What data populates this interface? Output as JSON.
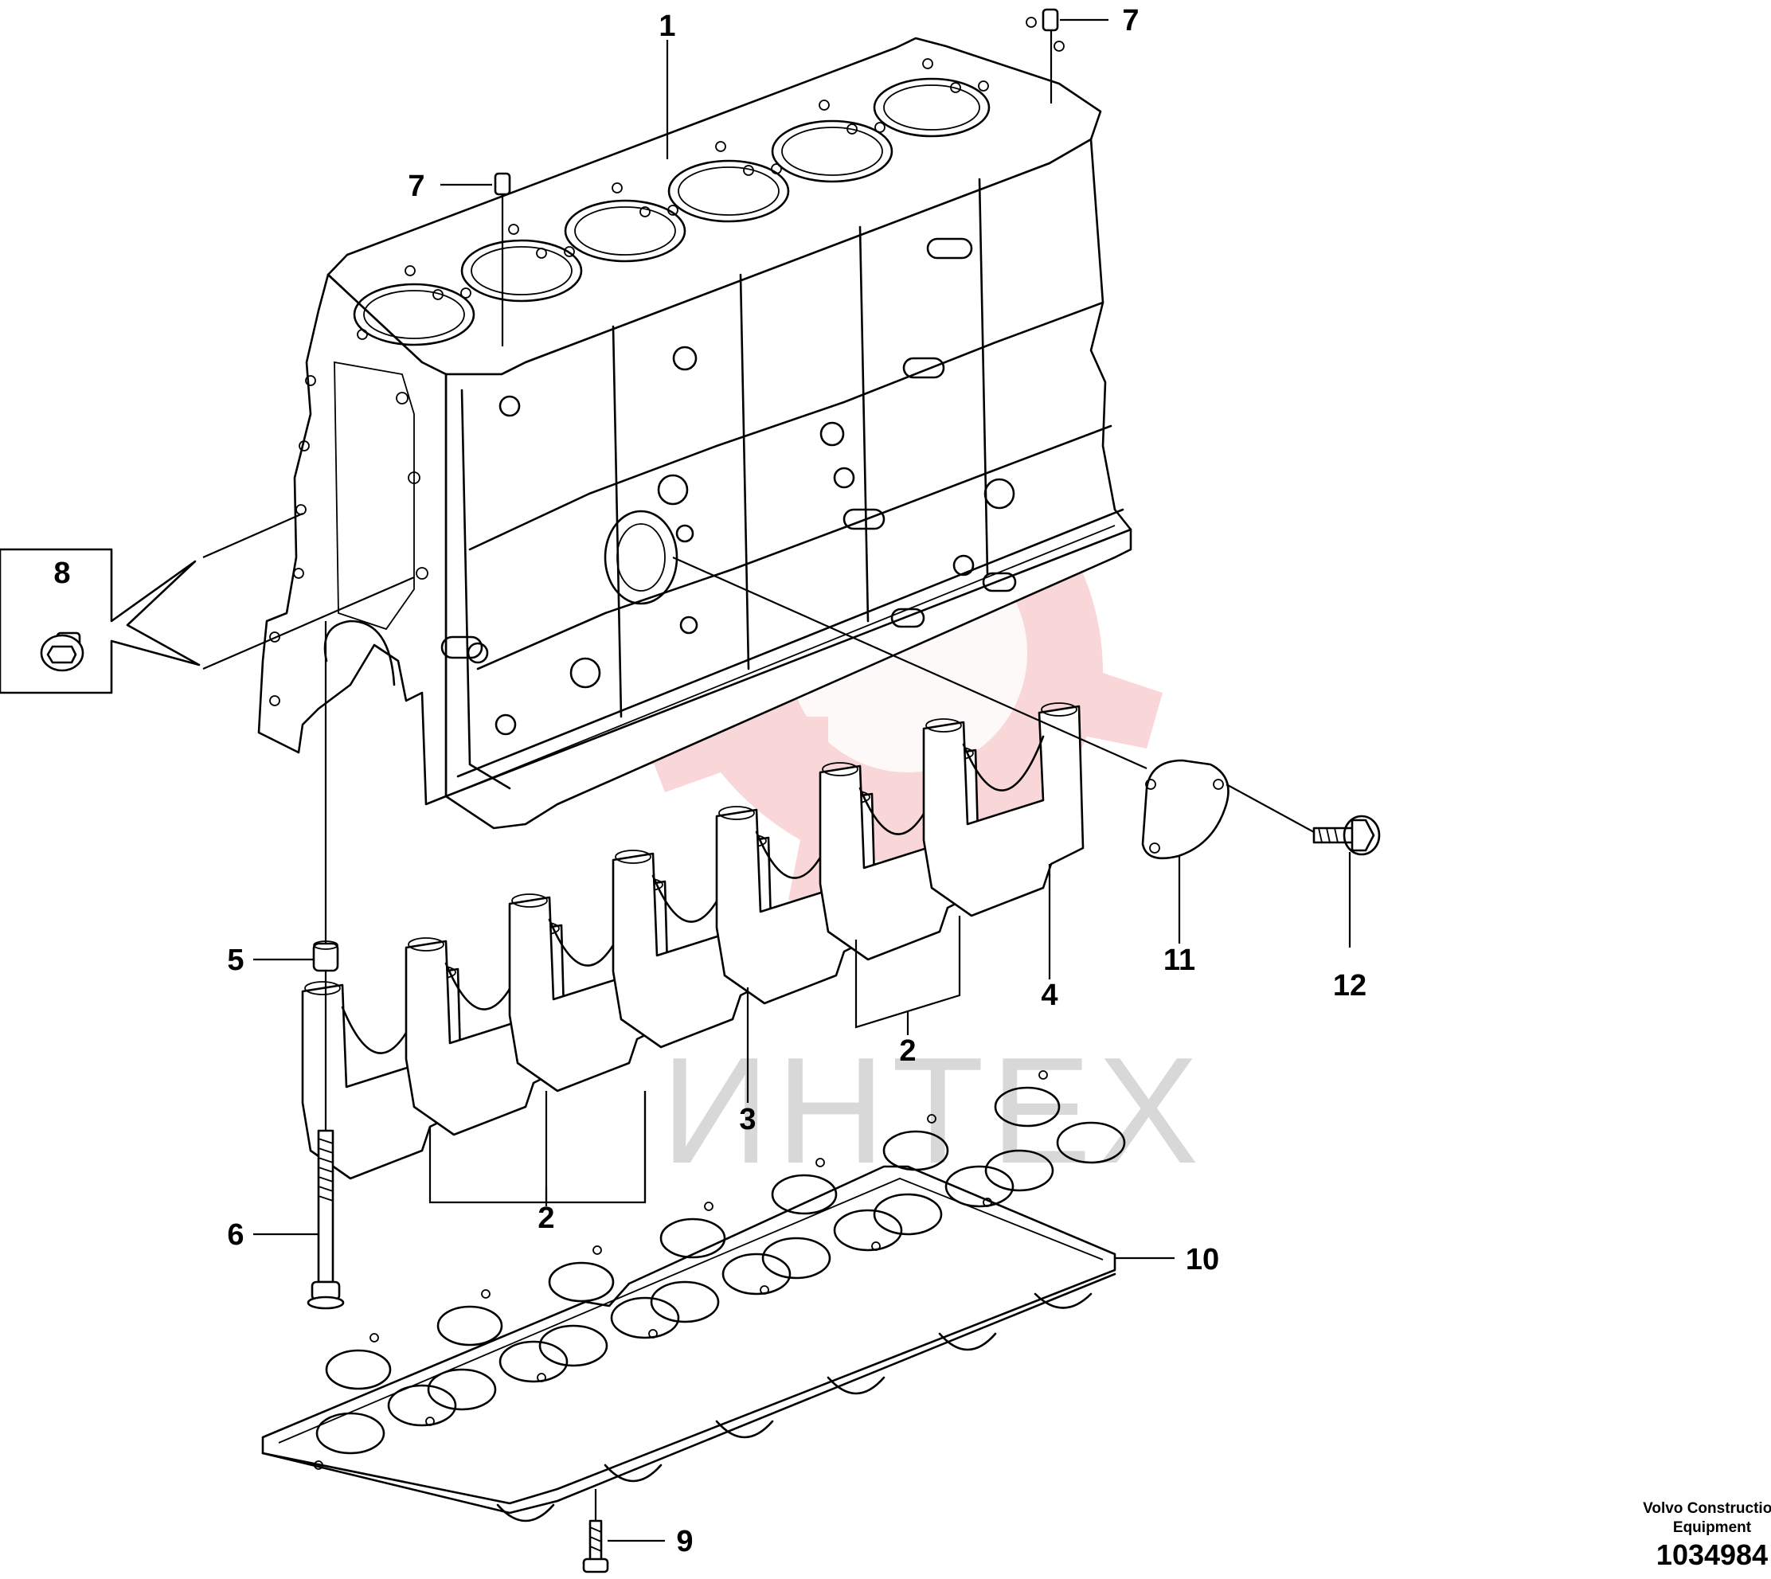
{
  "watermark": {
    "text": "ИНТЕХ",
    "gear_color": "#f7c9cc",
    "text_color": "#d8d8d8"
  },
  "callouts": {
    "p1": "1",
    "p2a": "2",
    "p2b": "2",
    "p3": "3",
    "p4": "4",
    "p5": "5",
    "p6": "6",
    "p7a": "7",
    "p7b": "7",
    "p8": "8",
    "p9": "9",
    "p10": "10",
    "p11": "11",
    "p12": "12"
  },
  "footer": {
    "manufacturer_line1": "Volvo Construction",
    "manufacturer_line2": "Equipment",
    "drawing_number": "1034984"
  },
  "colors": {
    "ink": "#000000",
    "background": "#ffffff"
  }
}
